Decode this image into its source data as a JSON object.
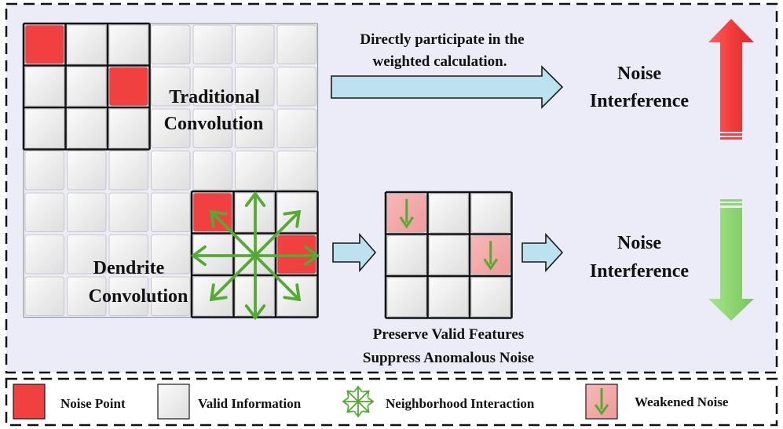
{
  "colors": {
    "panel_bg": "#ececf8",
    "cell": "#ebebeb",
    "noise": "#f04040",
    "weakened": "#f4a9a9",
    "arrow_fill": "#bde2ef",
    "interaction": "#55aa33",
    "up_arrow": "#ef4444",
    "down_arrow": "#8fd674"
  },
  "top": {
    "method": [
      "Traditional",
      "Convolution"
    ],
    "caption": [
      "Directly participate in the",
      "weighted calculation."
    ],
    "result": [
      "Noise",
      "Interference"
    ],
    "trend": "increase"
  },
  "bottom": {
    "method": [
      "Dendrite",
      "Convolution"
    ],
    "caption": [
      "Preserve Valid Features",
      "Suppress Anomalous Noise"
    ],
    "result": [
      "Noise",
      "Interference"
    ],
    "trend": "decrease"
  },
  "legend": [
    {
      "icon": "noise-point-icon",
      "label": "Noise Point"
    },
    {
      "icon": "valid-information-icon",
      "label": "Valid Information"
    },
    {
      "icon": "neighborhood-interaction-icon",
      "label": "Neighborhood Interaction"
    },
    {
      "icon": "weakened-noise-icon",
      "label": "Weakened Noise"
    }
  ]
}
